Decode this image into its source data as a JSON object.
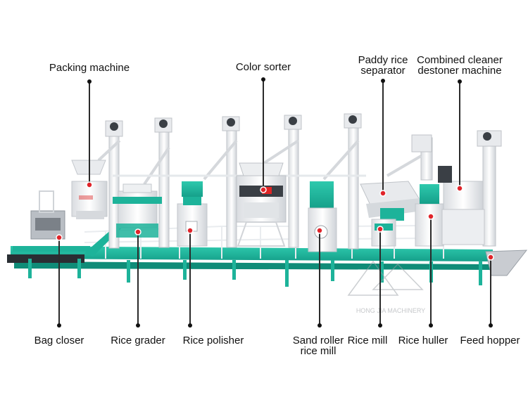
{
  "labels": {
    "packing_machine": "Packing machine",
    "color_sorter": "Color sorter",
    "paddy_separator": [
      "Paddy rice",
      "separator"
    ],
    "combined_cleaner": [
      "Combined cleaner",
      "destoner machine"
    ],
    "bag_closer": "Bag closer",
    "rice_grader": "Rice grader",
    "rice_polisher": "Rice polisher",
    "sand_roller": [
      "Sand roller",
      "rice mill"
    ],
    "rice_mill": "Rice mill",
    "rice_huller": "Rice huller",
    "feed_hopper": "Feed hopper"
  },
  "watermark": "HONG JIA MACHINERY",
  "colors": {
    "teal": "#1db39a",
    "dark_teal": "#0f8c78",
    "white_steel": "#f2f3f5",
    "grey_steel": "#c9ccd1",
    "leader_line": "#2b2b2b",
    "dot": "#e0242a"
  }
}
